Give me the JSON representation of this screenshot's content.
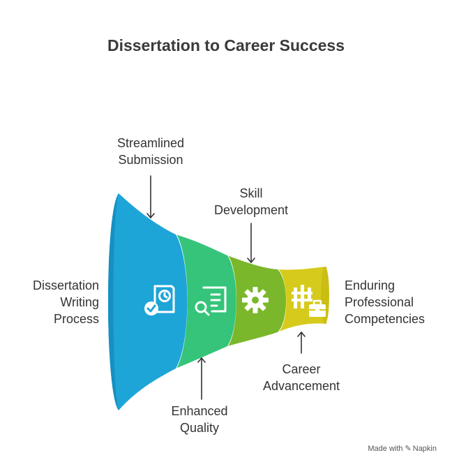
{
  "title": "Dissertation to Career Success",
  "stages": [
    {
      "name": "Dissertation Writing Process",
      "lines": [
        "Dissertation",
        "Writing",
        "Process"
      ],
      "color": "#1ea5d8",
      "icon": "document-clock-check-icon"
    },
    {
      "name": "Streamlined Submission",
      "lines": [
        "Streamlined",
        "Submission"
      ]
    },
    {
      "name": "Enhanced Quality",
      "lines": [
        "Enhanced",
        "Quality"
      ],
      "color": "#35c47a",
      "icon": "document-search-icon"
    },
    {
      "name": "Skill Development",
      "lines": [
        "Skill",
        "Development"
      ],
      "color": "#7ab72a",
      "icon": "gear-icon"
    },
    {
      "name": "Career Advancement",
      "lines": [
        "Career",
        "Advancement"
      ],
      "color": "#d6cb1c",
      "icon": "fence-briefcase-icon"
    },
    {
      "name": "Enduring Professional Competencies",
      "lines": [
        "Enduring",
        "Professional",
        "Competencies"
      ]
    }
  ],
  "footer": {
    "made_with": "Made with",
    "brand": "Napkin"
  }
}
